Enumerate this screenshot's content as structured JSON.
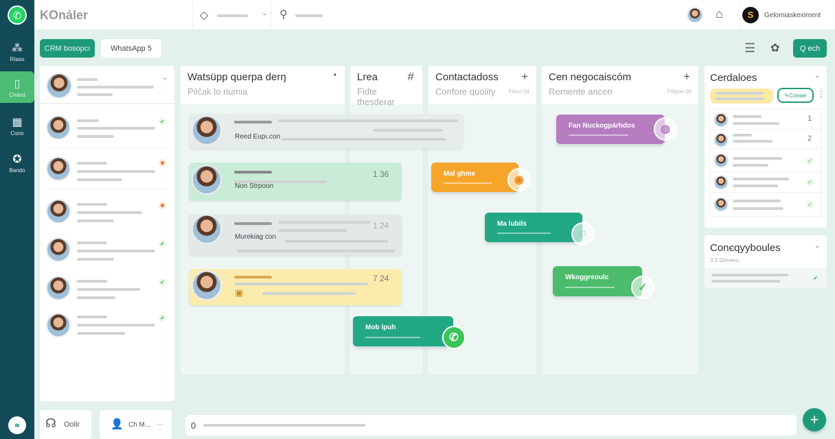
{
  "app": {
    "logo": "KOnáler",
    "brand_color": "#25d366",
    "accent": "#1d9a78"
  },
  "sidebar": {
    "items": [
      {
        "label": "Ríaso",
        "icon": "people-icon"
      },
      {
        "label": "Chand",
        "icon": "phone-icon",
        "active": true
      },
      {
        "label": "Conn",
        "icon": "calendar-icon"
      },
      {
        "label": "Bando",
        "icon": "badge-icon"
      }
    ]
  },
  "topbar": {
    "user_initial": "S",
    "user_name": "Gelomiaskeximent"
  },
  "toolbar": {
    "crm_button": "CRM bosopcı",
    "whatsapp_button": "WhatsApp 5",
    "search_button": "Q ech"
  },
  "columns": [
    {
      "title": "Watsüpp querpa derŋ",
      "subtitle": "Pilčak lo riumia"
    },
    {
      "title": "Lrea",
      "subtitle": "Fidte thesderar"
    },
    {
      "title": "Contactadoss",
      "subtitle": "Confore quolity",
      "filter": "Fiitoo 04"
    },
    {
      "title": "Cen negocaiscóm",
      "subtitle": "Rernente ancen",
      "filter": "Fiitpoo 06"
    }
  ],
  "cards": [
    {
      "label": "Reed Eupı.con",
      "time": ""
    },
    {
      "label": "Non Strpoon",
      "time": "1.36"
    },
    {
      "label": "Murekiag con",
      "time": "1.24"
    },
    {
      "label": "",
      "time": "7 24"
    }
  ],
  "colored_cards": [
    {
      "label": "Fan Nuckogpárhdos",
      "color": "#b57cc0"
    },
    {
      "label": "Mal ghme",
      "color": "#f7a52a"
    },
    {
      "label": "Ma lubils",
      "color": "#22a885"
    },
    {
      "label": "Wkoggreoulc",
      "color": "#4cbc6c"
    },
    {
      "label": "Mob lpuh",
      "color": "#22a885"
    }
  ],
  "right_panel": {
    "title": "Cerdaloes",
    "chip": "Conser",
    "rows": [
      {
        "value": "1"
      },
      {
        "value": "2"
      },
      {
        "value": "✓"
      },
      {
        "value": "✓"
      },
      {
        "value": "✓"
      }
    ]
  },
  "right_panel2": {
    "title": "Conєqyyboules",
    "subtitle": "3.3 Ωơveeo"
  },
  "bottom": {
    "left_button": "Oolir",
    "contact_button": "Ch M...",
    "input_value": "0"
  }
}
